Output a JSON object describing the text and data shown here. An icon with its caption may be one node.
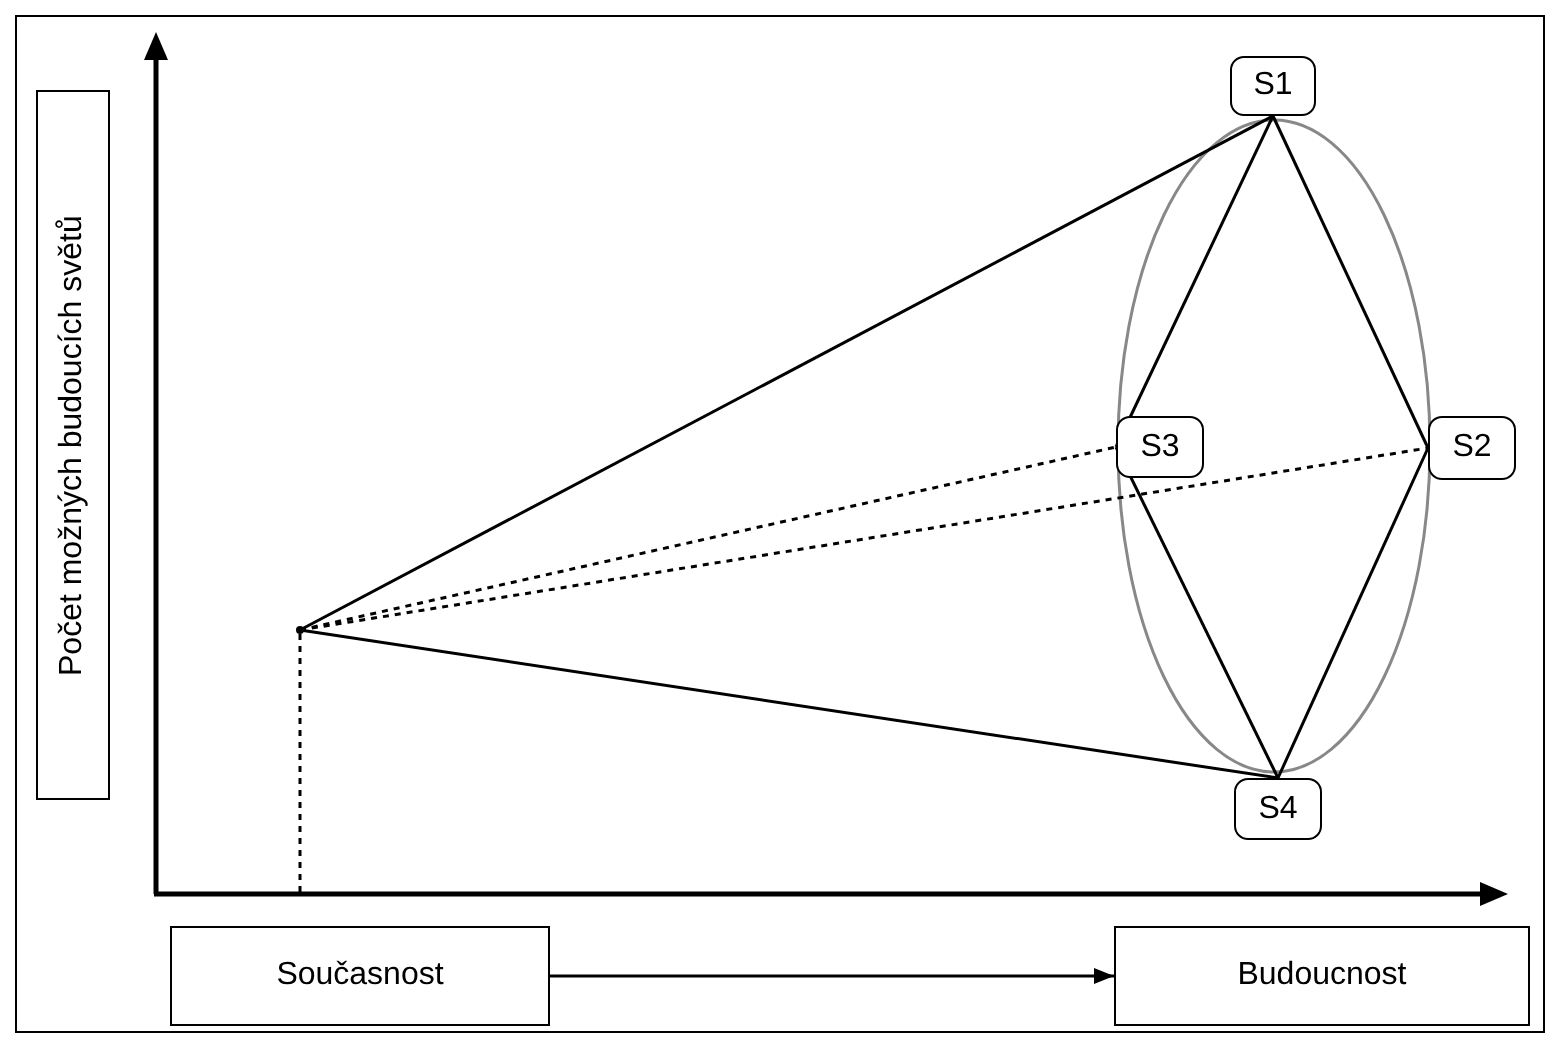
{
  "diagram": {
    "nodes": [
      {
        "text": [
          "Počet možných budoucích světů"
        ]
      },
      {
        "text": [
          "S1"
        ]
      },
      {
        "text": [
          "S3"
        ]
      },
      {
        "text": [
          "S2"
        ]
      },
      {
        "text": [
          "S4"
        ]
      },
      {
        "text": [
          "Současnost"
        ]
      },
      {
        "text": [
          "Budoucnost"
        ]
      },
      {
        "text": [],
        "shape": "point"
      }
    ],
    "edges": [
      {
        "from": 7,
        "to": 1,
        "arrow": "none"
      },
      {
        "from": 7,
        "to": 4,
        "arrow": "none"
      },
      {
        "from": 7,
        "to": 2,
        "arrow": "none",
        "style": "dashed"
      },
      {
        "from": 7,
        "to": 3,
        "arrow": "none",
        "style": "dashed"
      },
      {
        "from": 1,
        "to": 2,
        "arrow": "none"
      },
      {
        "from": 1,
        "to": 3,
        "arrow": "none"
      },
      {
        "from": 2,
        "to": 4,
        "arrow": "none"
      },
      {
        "from": 3,
        "to": 4,
        "arrow": "none"
      },
      {
        "from": 7,
        "to": null,
        "arrow": "none",
        "style": "dashed"
      },
      {
        "from": 5,
        "to": 6,
        "arrow": "to"
      }
    ]
  }
}
